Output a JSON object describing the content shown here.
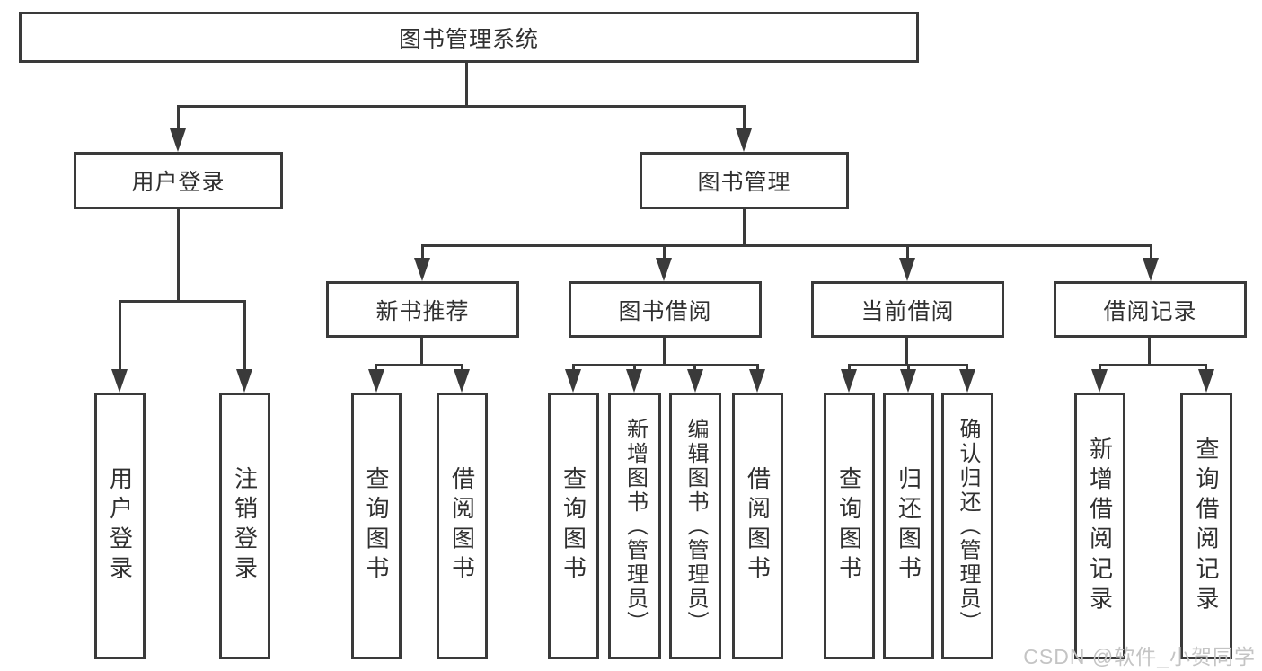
{
  "tree": {
    "root": {
      "label": "图书管理系统",
      "children": [
        {
          "label": "用户登录",
          "children": [
            {
              "label": "用户登录"
            },
            {
              "label": "注销登录"
            }
          ]
        },
        {
          "label": "图书管理",
          "children": [
            {
              "label": "新书推荐",
              "children": [
                {
                  "label": "查询图书"
                },
                {
                  "label": "借阅图书"
                }
              ]
            },
            {
              "label": "图书借阅",
              "children": [
                {
                  "label": "查询图书"
                },
                {
                  "label": "新增图书（管理员）"
                },
                {
                  "label": "编辑图书（管理员）"
                },
                {
                  "label": "借阅图书"
                }
              ]
            },
            {
              "label": "当前借阅",
              "children": [
                {
                  "label": "查询图书"
                },
                {
                  "label": "归还图书"
                },
                {
                  "label": "确认归还（管理员）"
                }
              ]
            },
            {
              "label": "借阅记录",
              "children": [
                {
                  "label": "新增借阅记录"
                },
                {
                  "label": "查询借阅记录"
                }
              ]
            }
          ]
        }
      ]
    }
  },
  "watermark": {
    "text": "CSDN @软件_小贺同学"
  },
  "colors": {
    "line": "#3a3a3a",
    "text": "#303030",
    "watermark": "#c4c4c4",
    "background": "#ffffff"
  }
}
